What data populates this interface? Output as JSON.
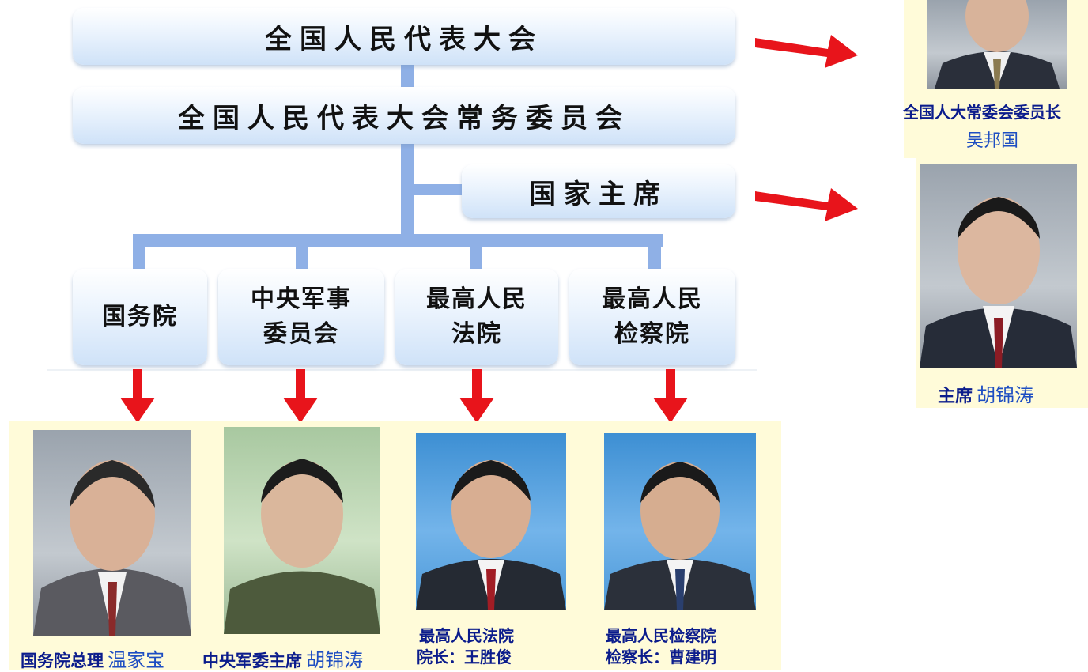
{
  "boxes": {
    "npc": "全国人民代表大会",
    "npcsc": "全国人民代表大会常务委员会",
    "president": "国家主席",
    "state_council": "国务院",
    "military": "中央军事\n委员会",
    "court": "最高人民\n法院",
    "procuratorate": "最高人民\n检察院"
  },
  "people": {
    "npc_chair_title": "全国人大常委会委员长",
    "npc_chair_name": "吴邦国",
    "president_title": "主席",
    "president_name": "胡锦涛",
    "premier_title": "国务院总理",
    "premier_name": "温家宝",
    "cmc_title": "中央军委主席",
    "cmc_name": "胡锦涛",
    "court_line1": "最高人民法院",
    "court_line2": "院长：王胜俊",
    "procurator_line1": "最高人民检察院",
    "procurator_line2": "检察长：曹建明"
  },
  "colors": {
    "connector": "#8fb0e6",
    "arrow": "#e8141b",
    "caption_title": "#0b1c8c",
    "caption_name": "#1e4ec2",
    "panel": "#fffbd9"
  },
  "icons": {
    "photo": "person-photo",
    "arrow": "arrow-right-icon"
  }
}
